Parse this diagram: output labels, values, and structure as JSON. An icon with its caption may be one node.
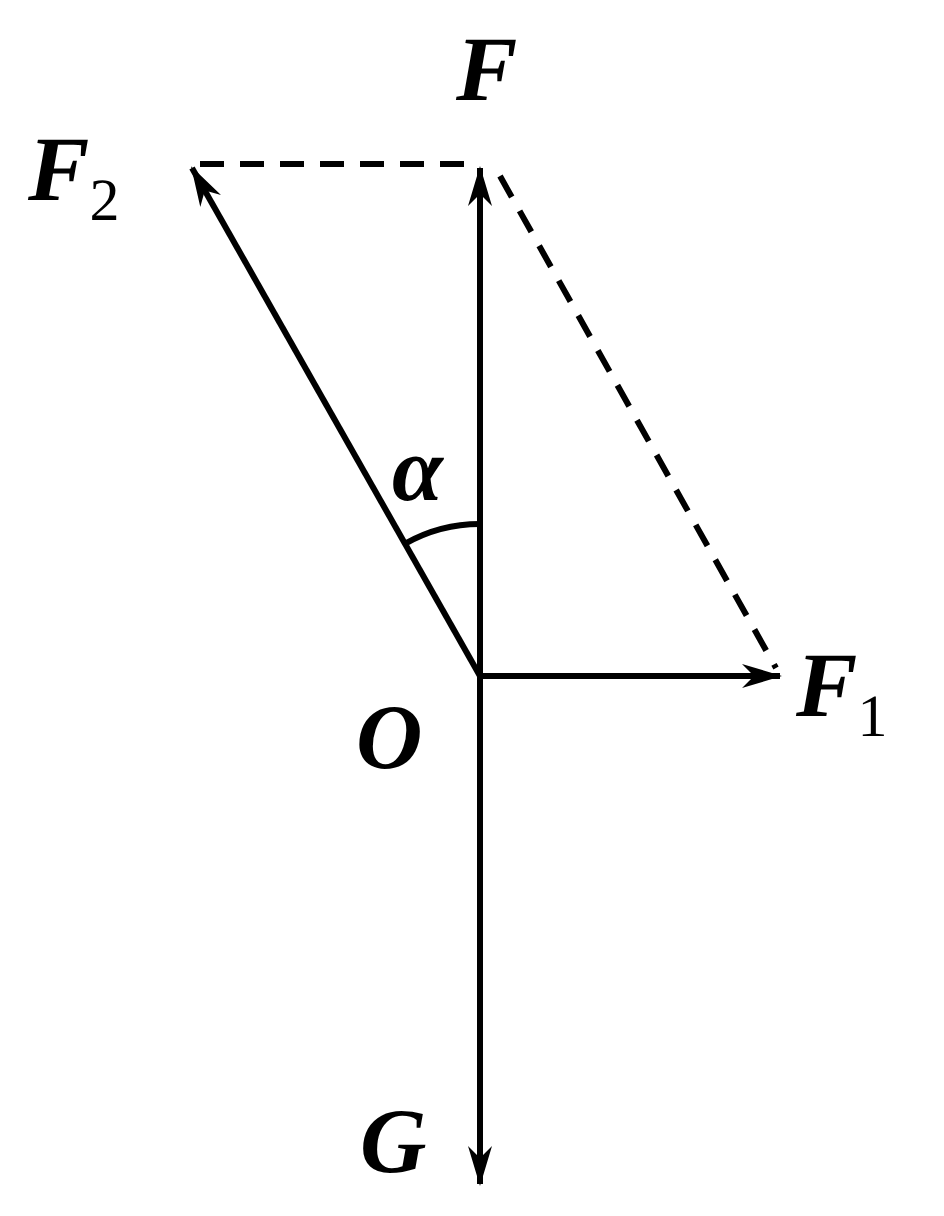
{
  "diagram": {
    "labels": [
      "F",
      "F$_{2}$",
      "α",
      "O",
      "F$_{1}$",
      "G"
    ]
  }
}
